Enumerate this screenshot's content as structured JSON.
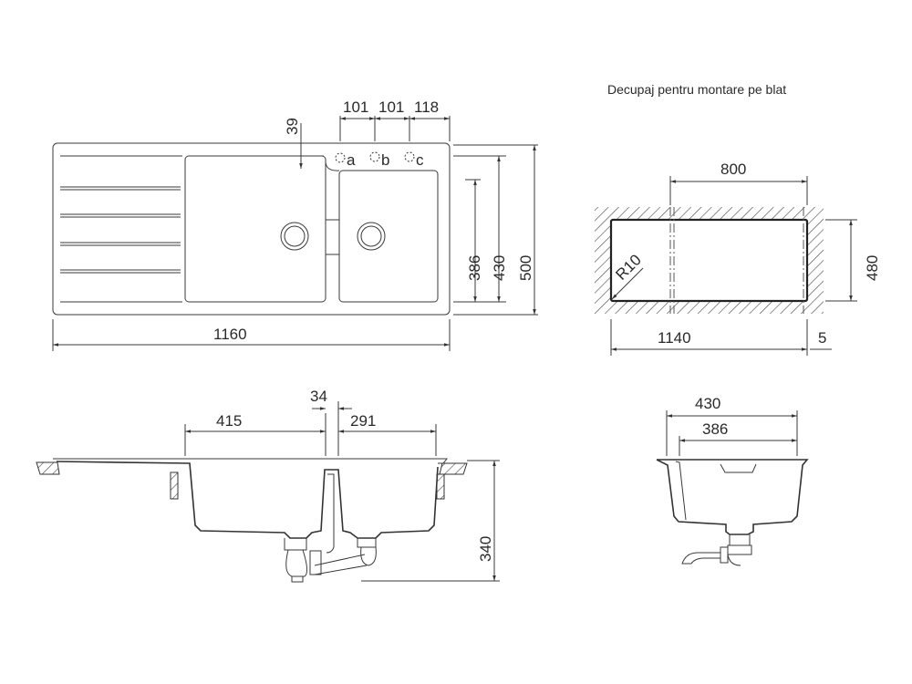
{
  "title": "Decupaj pentru montare pe blat",
  "top_view": {
    "tap_positions": [
      "a",
      "b",
      "c"
    ],
    "dims": {
      "tap_a_b": "101",
      "tap_b_c": "101",
      "tap_c_edge": "118",
      "rim": "39",
      "width": "1160",
      "bowl_depth": "386",
      "inner_depth": "430",
      "depth": "500"
    }
  },
  "section_view": {
    "dims": {
      "left_bowl": "415",
      "divider": "34",
      "right_bowl": "291",
      "height": "340"
    }
  },
  "cutout": {
    "dims": {
      "offset": "800",
      "height": "480",
      "width": "1140",
      "gap": "5",
      "radius": "R10"
    }
  },
  "side_section": {
    "dims": {
      "outer": "430",
      "inner": "386"
    }
  }
}
